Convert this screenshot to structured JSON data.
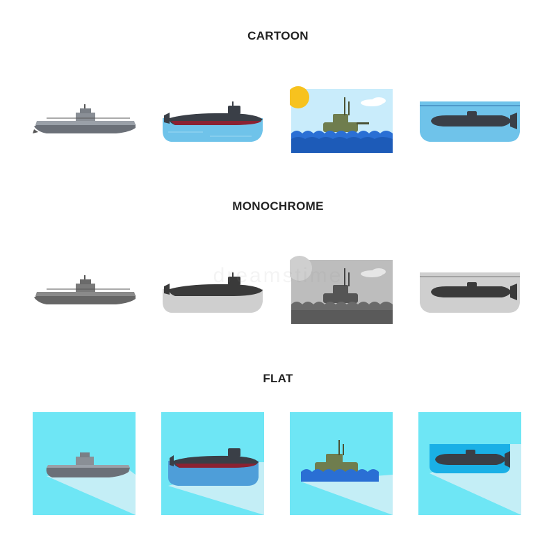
{
  "sections": {
    "cartoon": "CARTOON",
    "monochrome": "MONOCHROME",
    "flat": "FLAT"
  },
  "icons": [
    "u-boat-submarine-icon",
    "nuclear-submarine-at-surface-icon",
    "submarine-in-waves-with-sun-icon",
    "submarine-underwater-icon"
  ],
  "colors": {
    "hull_gray": "#8a8f96",
    "hull_dark": "#3a3f47",
    "red_stripe": "#8a2232",
    "water_blue": "#6fc3ea",
    "sky_blue": "#c9ecfb",
    "sun_yellow": "#f7c21e",
    "army_green": "#6f7d4e",
    "flat_bg": "#6ee6f5",
    "flat_panel": "#c4eef6",
    "mono_gray": "#7a7a7a"
  },
  "watermark": "dreamstime"
}
